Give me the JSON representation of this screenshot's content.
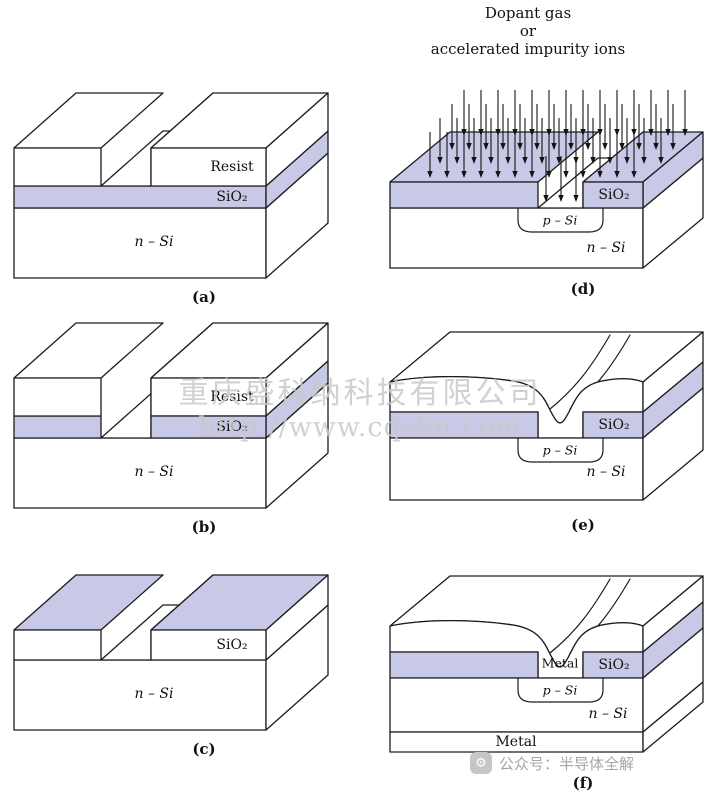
{
  "colors": {
    "oxide_fill": "#c7c9e6",
    "line": "#1c1c1c",
    "watermark": "#c9c9c9"
  },
  "watermark": {
    "company": "重庆盛科纳科技有限公司",
    "url": "http://www.cqskn.com"
  },
  "footer": {
    "label": "公众号：半导体全解"
  },
  "panels": [
    {
      "caption": "(a)",
      "resist": "Resist",
      "sio2": "SiO₂",
      "substrate": "n – Si"
    },
    {
      "caption": "(b)",
      "resist": "Resist",
      "sio2": "SiO₂",
      "substrate": "n – Si"
    },
    {
      "caption": "(c)",
      "sio2": "SiO₂",
      "substrate": "n – Si"
    },
    {
      "caption": "(d)",
      "header_line1": "Dopant gas",
      "header_line2": "or",
      "header_line3": "accelerated impurity ions",
      "sio2": "SiO₂",
      "p_region": "p – Si",
      "substrate": "n – Si"
    },
    {
      "caption": "(e)",
      "sio2": "SiO₂",
      "p_region": "p – Si",
      "substrate": "n – Si"
    },
    {
      "caption": "(f)",
      "metal_top": "Metal",
      "sio2": "SiO₂",
      "p_region": "p – Si",
      "substrate": "n – Si",
      "metal_bottom": "Metal"
    }
  ]
}
